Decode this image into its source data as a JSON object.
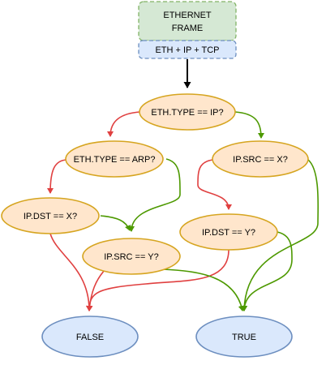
{
  "frame": {
    "title_line1": "ETHERNET",
    "title_line2": "FRAME",
    "headers": "ETH + IP + TCP"
  },
  "nodes": {
    "eth_type_ip": "ETH.TYPE == IP?",
    "eth_type_arp": "ETH.TYPE == ARP?",
    "ip_src_x": "IP.SRC == X?",
    "ip_dst_x": "IP.DST == X?",
    "ip_dst_y": "IP.DST == Y?",
    "ip_src_y": "IP.SRC == Y?",
    "false": "FALSE",
    "true": "TRUE"
  },
  "colors": {
    "yes_edge": "#4d9900",
    "no_edge": "#e04040",
    "start_edge": "#000000",
    "decision_fill": "#ffe6cc",
    "decision_stroke": "#d6a520",
    "terminal_fill": "#dae8fc",
    "terminal_stroke": "#6c8ebf",
    "frame_fill": "#d5e8d4",
    "frame_stroke": "#82b366"
  }
}
